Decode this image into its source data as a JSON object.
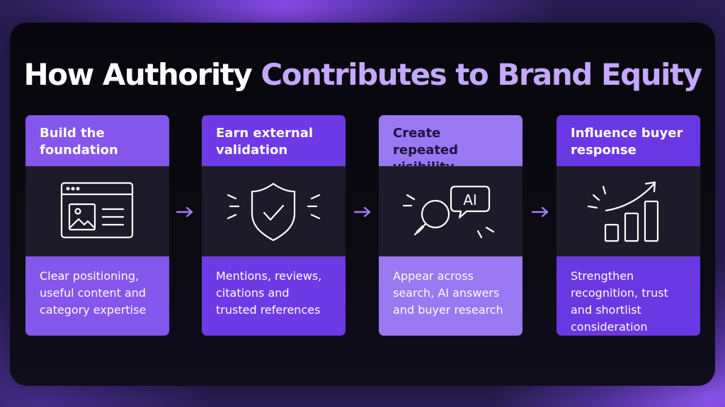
{
  "title": {
    "part1": "How Authority ",
    "part2": "Contributes to Brand Equity"
  },
  "steps": [
    {
      "heading": "Build the foundation",
      "icon": "browser-window-icon",
      "description": "Clear positioning, useful content and category expertise"
    },
    {
      "heading": "Earn external validation",
      "icon": "shield-check-icon",
      "description": "Mentions, reviews, citations and trusted references"
    },
    {
      "heading": "Create repeated visibility",
      "icon": "search-ai-icon",
      "icon_text": "AI",
      "description": "Appear across search, AI answers and buyer research"
    },
    {
      "heading": "Influence buyer response",
      "icon": "growth-chart-icon",
      "description": "Strengthen recognition, trust and shortlist consideration"
    }
  ],
  "colors": {
    "accent": "#c4a8ff",
    "arrow": "#a77cf5",
    "card1": "#8456ec",
    "card2": "#6e3ae6",
    "card3": "#9a78f2",
    "card4": "#6a38e2"
  }
}
